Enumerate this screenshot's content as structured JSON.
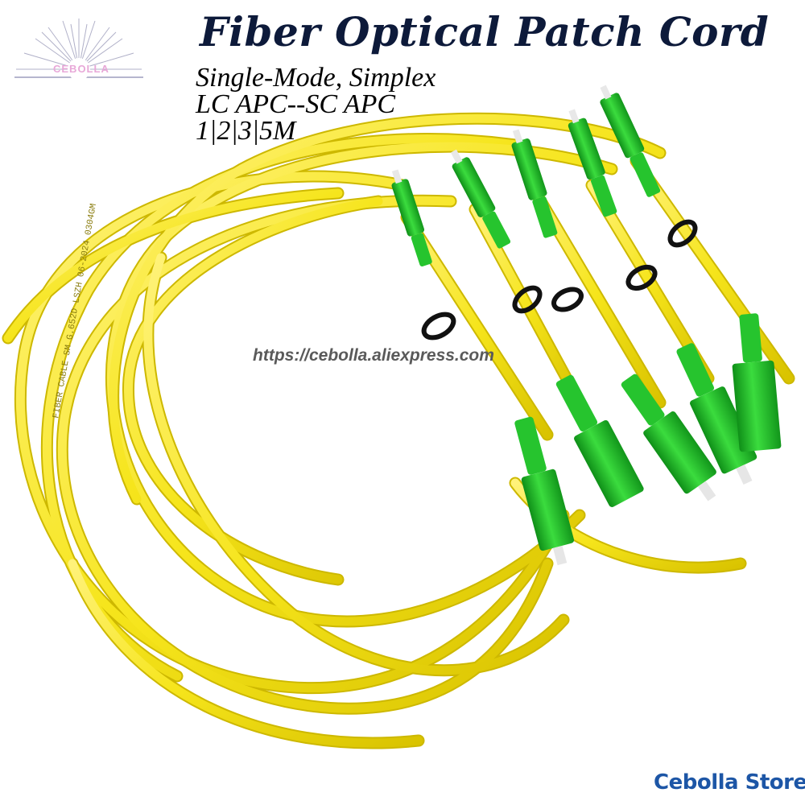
{
  "title": "Fiber Optical Patch Cord",
  "specs": {
    "mode": "Single-Mode, Simplex",
    "connectors": "LC APC--SC APC",
    "lengths": "1|2|3|5M"
  },
  "store_url": "https://cebolla.aliexpress.com",
  "logo": {
    "text": "CEBOLLA",
    "colors": {
      "primary": "#e8a8d8",
      "accent": "#8fb8f0",
      "rays": "#b0b0c8"
    }
  },
  "badge": "Cebolla Store",
  "colors": {
    "cable": "#f6e51c",
    "cable_shadow": "#d9c300",
    "connector_green": "#22c02a",
    "connector_dark": "#0f8f18",
    "title": "#0d1a3a",
    "badge_text": "#1d56a6"
  },
  "cable_print": "FIBER CABLE SM G.652D LSZH 06-2024 0304GM"
}
